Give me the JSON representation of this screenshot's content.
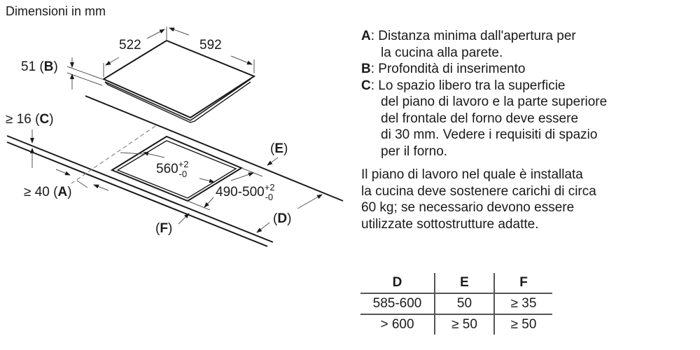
{
  "title": "Dimensioni in mm",
  "drawing": {
    "hob_depth": "522",
    "hob_width": "592",
    "b_value": "51",
    "b_letter": "B",
    "c_value": "≥ 16",
    "c_letter": "C",
    "a_value": "≥ 40",
    "a_letter": "A",
    "cutout_width": "560",
    "cutout_depth": "490-500",
    "tol_plus": "+2",
    "tol_minus": "-0",
    "e_letter": "E",
    "d_letter": "D",
    "f_letter": "F"
  },
  "notes": {
    "a_key": "A",
    "a_text_1": ": Distanza minima dall'apertura per",
    "a_text_2": "la cucina alla parete.",
    "b_key": "B",
    "b_text": ": Profondità di inserimento",
    "c_key": "C",
    "c_text_1": ": Lo spazio libero tra la superficie",
    "c_text_2": "del piano di lavoro e la parte superiore",
    "c_text_3": "del frontale del forno deve essere",
    "c_text_4": "di 30 mm. Vedere i requisiti di spazio",
    "c_text_5": "per il forno.",
    "para_1": "Il piano di lavoro nel quale è installata",
    "para_2": "la cucina deve sostenere carichi di circa",
    "para_3": "60 kg; se necessario devono essere",
    "para_4": "utilizzate sottostrutture adatte."
  },
  "table": {
    "headers": [
      "D",
      "E",
      "F"
    ],
    "rows": [
      [
        "585-600",
        "50",
        "≥ 35"
      ],
      [
        "> 600",
        "≥ 50",
        "≥ 50"
      ]
    ]
  }
}
